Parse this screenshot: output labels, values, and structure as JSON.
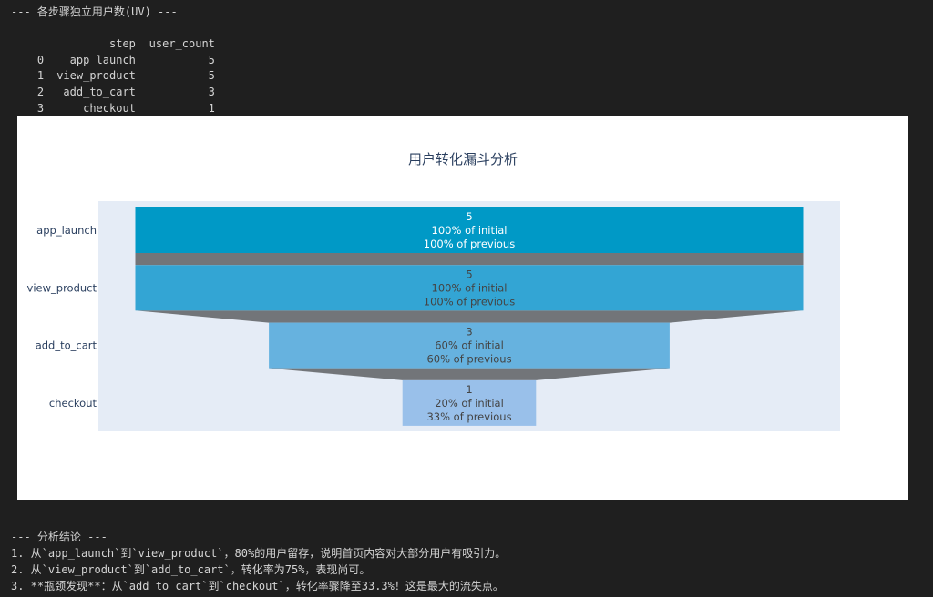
{
  "header_output": {
    "title": "--- 各步骤独立用户数(UV) ---",
    "columns": [
      "",
      "step",
      "user_count"
    ],
    "rows": [
      [
        "0",
        "app_launch",
        "5"
      ],
      [
        "1",
        "view_product",
        "5"
      ],
      [
        "2",
        "add_to_cart",
        "3"
      ],
      [
        "3",
        "checkout",
        "1"
      ]
    ]
  },
  "chart_data": {
    "type": "funnel",
    "title": "用户转化漏斗分析",
    "categories": [
      "app_launch",
      "view_product",
      "add_to_cart",
      "checkout"
    ],
    "values": [
      5,
      5,
      3,
      1
    ],
    "labels": [
      [
        "5",
        "100% of initial",
        "100% of previous"
      ],
      [
        "5",
        "100% of initial",
        "100% of previous"
      ],
      [
        "3",
        "60% of initial",
        "60% of previous"
      ],
      [
        "1",
        "20% of initial",
        "33% of previous"
      ]
    ],
    "colors": [
      "#0099c6",
      "#33a5d4",
      "#66b2df",
      "#99c0ea"
    ],
    "connector_color": "#727579",
    "plot_bg": "#e5ecf6"
  },
  "conclusions": {
    "title": "--- 分析结论 ---",
    "lines": [
      "1. 从`app_launch`到`view_product`，80%的用户留存，说明首页内容对大部分用户有吸引力。",
      "2. 从`view_product`到`add_to_cart`，转化率为75%，表现尚可。",
      "3. **瓶颈发现**：从`add_to_cart`到`checkout`，转化率骤降至33.3%！这是最大的流失点。"
    ]
  }
}
